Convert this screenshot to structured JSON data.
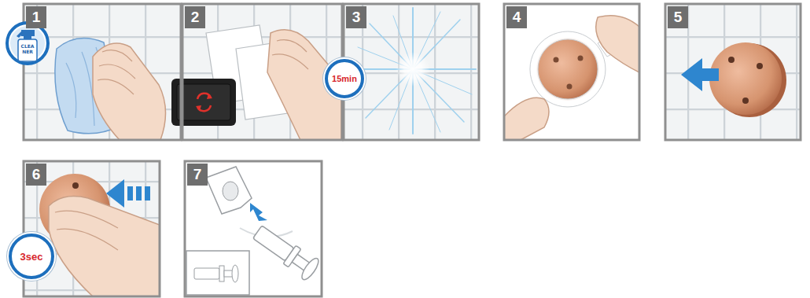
{
  "diagram": {
    "nodes": [
      {
        "text": [
          "1"
        ]
      },
      {
        "text": [
          "2"
        ]
      },
      {
        "text": [
          "3"
        ]
      },
      {
        "text": [
          "15min"
        ]
      },
      {
        "text": [
          "4"
        ]
      },
      {
        "text": [
          "5"
        ]
      },
      {
        "text": [
          "6"
        ]
      },
      {
        "text": [
          "3sec"
        ]
      },
      {
        "text": [
          "7"
        ]
      }
    ],
    "labels": [
      "CLEA NER"
    ]
  }
}
